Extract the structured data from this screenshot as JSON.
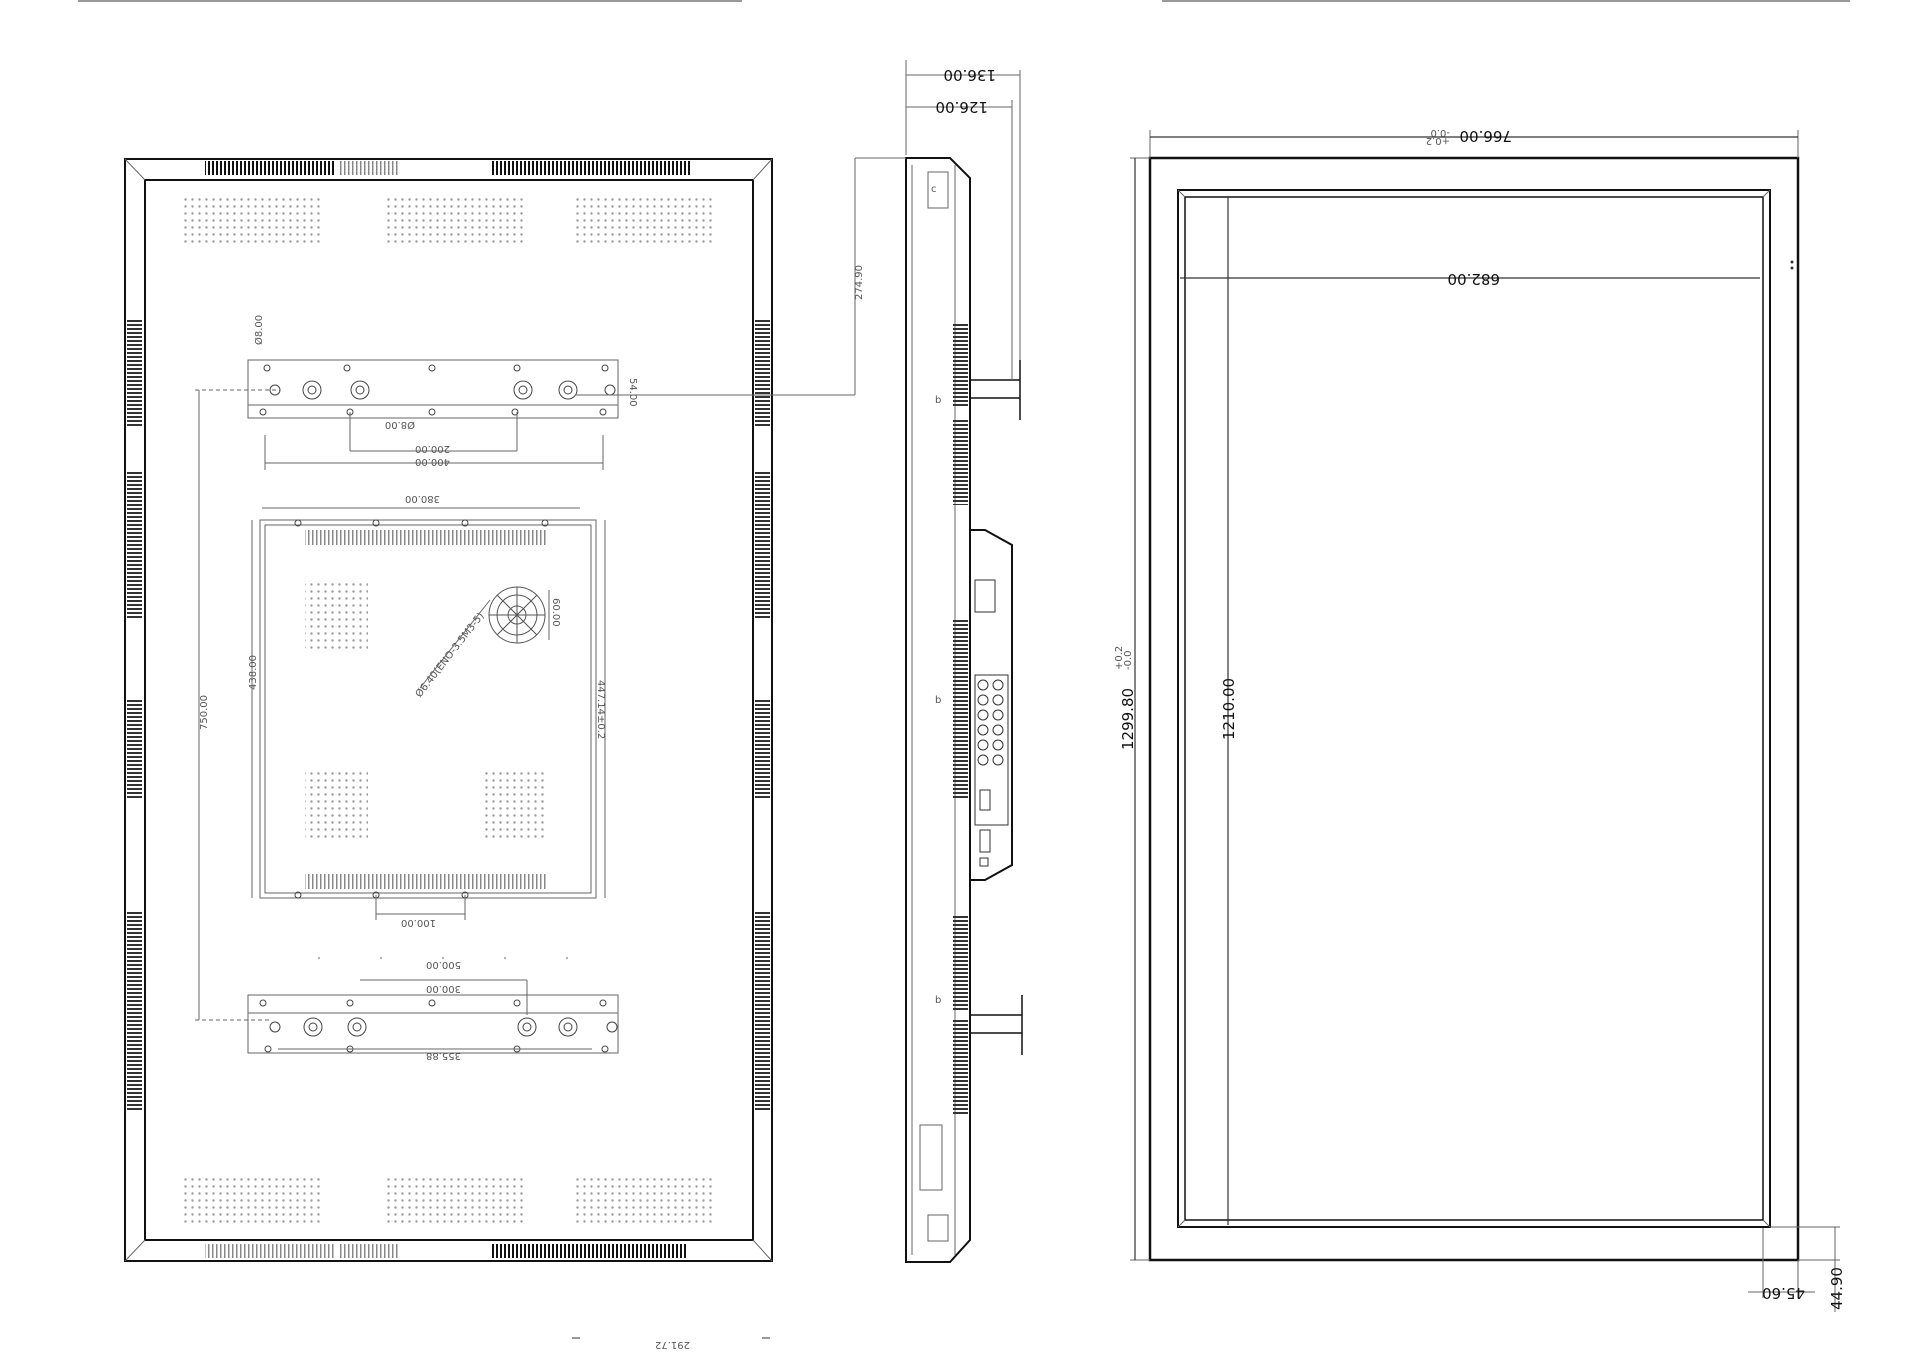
{
  "dimensions": {
    "side_depth_outer": "136.00",
    "side_depth_inner": "126.00",
    "side_mount_offset": "274.90",
    "front_width": "766.00",
    "front_width_tol_upper": "+0.2",
    "front_width_tol_lower": "-0.0",
    "front_height": "1299.80",
    "front_height_tol_upper": "+0.2",
    "front_height_tol_lower": "-0.0",
    "active_width": "682.00",
    "active_height": "1210.00",
    "bezel_side": "45.60",
    "bezel_bottom": "44.90"
  },
  "rear": {
    "hole_diameter_1": "Ø8.00",
    "bracket_height": "54.00",
    "hole_diameter_2": "Ø8.00",
    "spacing_200": "200.00",
    "spacing_400": "400.00",
    "box_width": "380.00",
    "fan_size": "60.00",
    "fan_hole_label": "Ø6.40(ENO-3.5M3-5)",
    "box_height": "438.00",
    "box_inner_height": "447.14±0.2",
    "vertical_span": "750.00",
    "bottom_spacing_100": "100.00",
    "bottom_spacing_500": "500.00",
    "bottom_spacing_300": "300.00",
    "bottom_spacing_355": "355.88",
    "base_width": "291.72"
  },
  "side_labels": {
    "label_c": "c",
    "label_b1": "b",
    "label_b2": "b",
    "label_b3": "b"
  }
}
